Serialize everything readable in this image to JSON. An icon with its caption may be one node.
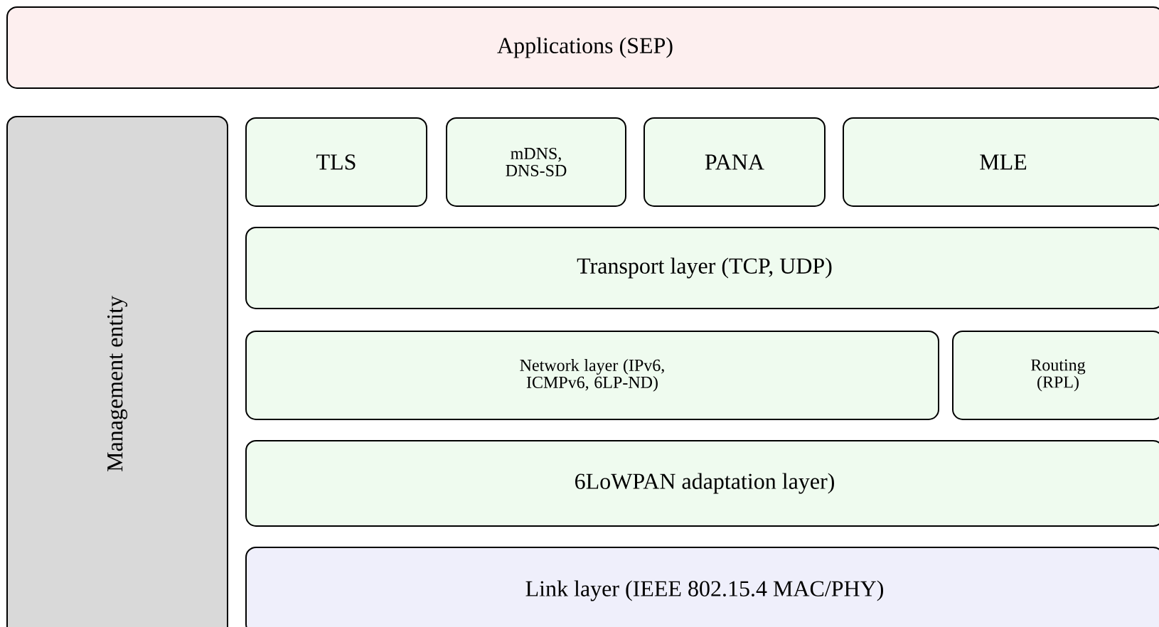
{
  "diagram": {
    "nodes": [
      {
        "text": [
          "Applications (SEP)"
        ]
      },
      {
        "text": [
          "Management entity"
        ]
      },
      {
        "text": [
          "TLS"
        ]
      },
      {
        "text": [
          "mDNS, DNS-SD"
        ]
      },
      {
        "text": [
          "PANA"
        ]
      },
      {
        "text": [
          "MLE"
        ]
      },
      {
        "text": [
          "Transport layer (TCP, UDP)"
        ]
      },
      {
        "text": [
          "Network layer (IPv6, ICMPv6, 6LP-ND)"
        ]
      },
      {
        "text": [
          "Routing (RPL)"
        ]
      },
      {
        "text": [
          "6LoWPAN adaptation layer)"
        ]
      },
      {
        "text": [
          "Link layer (IEEE 802.15.4 MAC/PHY)"
        ]
      }
    ]
  }
}
